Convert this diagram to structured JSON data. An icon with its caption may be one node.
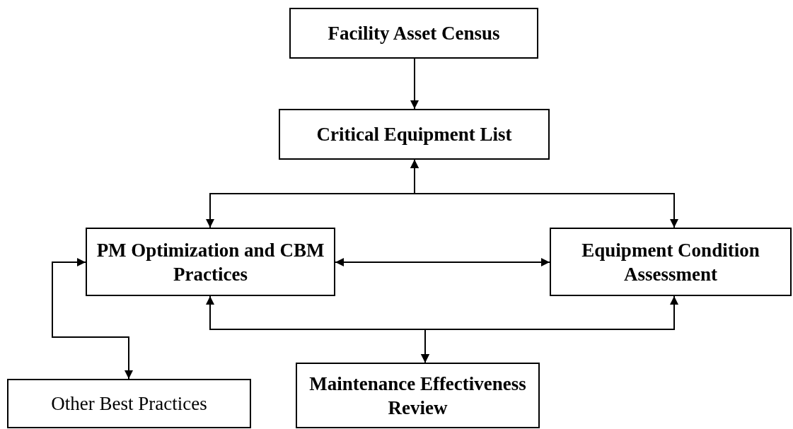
{
  "diagram": {
    "nodes": [
      {
        "text": [
          "Facility Asset Census"
        ]
      },
      {
        "text": [
          "Critical Equipment List"
        ]
      },
      {
        "text": [
          "PM Optimization and CBM Practices"
        ]
      },
      {
        "text": [
          "Equipment Condition Assessment"
        ]
      },
      {
        "text": [
          "Other Best Practices"
        ]
      },
      {
        "text": [
          "Maintenance Effectiveness Review"
        ]
      }
    ],
    "edges": [
      {
        "from": 0,
        "to": 1,
        "arrow": "to"
      },
      {
        "from": 1,
        "to": 2,
        "arrow": "both"
      },
      {
        "from": 1,
        "to": 3,
        "arrow": "both"
      },
      {
        "from": 2,
        "to": 3,
        "arrow": "both"
      },
      {
        "from": 2,
        "to": 4,
        "arrow": "both"
      },
      {
        "from": 5,
        "to": 2,
        "arrow": "both"
      },
      {
        "from": 5,
        "to": 3,
        "arrow": "both"
      }
    ]
  }
}
